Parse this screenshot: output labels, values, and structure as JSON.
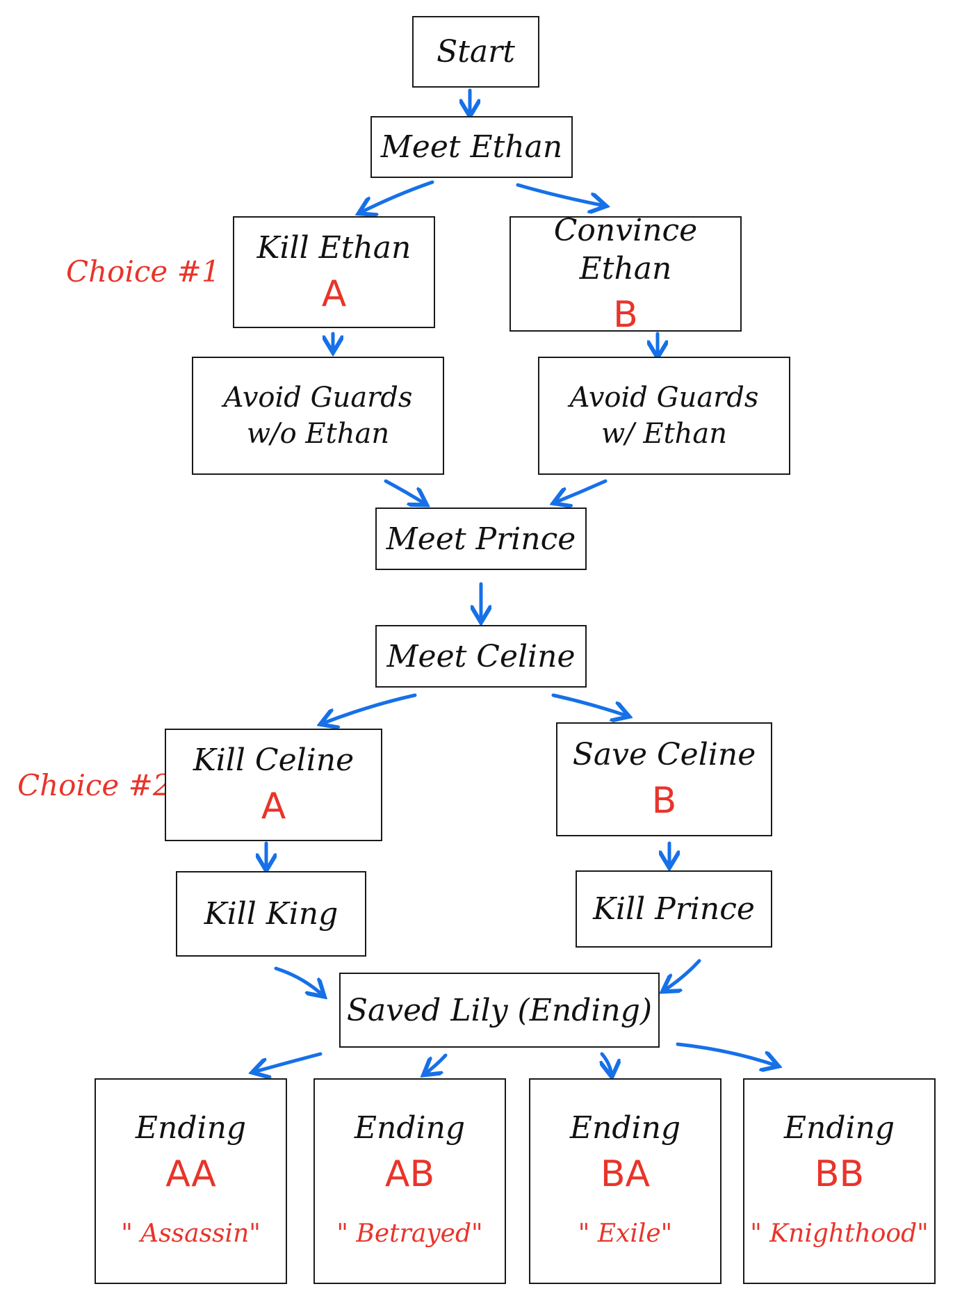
{
  "colors": {
    "arrow": "#1670e8",
    "accent_text": "#e8342a",
    "box_border": "#1a1a1a"
  },
  "choice_labels": {
    "choice1": "Choice #1",
    "choice2": "Choice #2"
  },
  "nodes": {
    "start": {
      "label": "Start"
    },
    "meet_ethan": {
      "label": "Meet Ethan"
    },
    "kill_ethan": {
      "label": "Kill Ethan",
      "code": "A"
    },
    "convince_ethan": {
      "label": "Convince Ethan",
      "code": "B"
    },
    "avoid_guards_wo": {
      "line1": "Avoid Guards",
      "line2": "w/o Ethan"
    },
    "avoid_guards_w": {
      "line1": "Avoid Guards",
      "line2": "w/ Ethan"
    },
    "meet_prince": {
      "label": "Meet Prince"
    },
    "meet_celine": {
      "label": "Meet Celine"
    },
    "kill_celine": {
      "label": "Kill Celine",
      "code": "A"
    },
    "save_celine": {
      "label": "Save Celine",
      "code": "B"
    },
    "kill_king": {
      "label": "Kill King"
    },
    "kill_prince": {
      "label": "Kill Prince"
    },
    "saved_lily": {
      "label": "Saved Lily (Ending)"
    },
    "ending_aa": {
      "label": "Ending",
      "code": "AA",
      "name": "\" Assassin\""
    },
    "ending_ab": {
      "label": "Ending",
      "code": "AB",
      "name": "\" Betrayed\""
    },
    "ending_ba": {
      "label": "Ending",
      "code": "BA",
      "name": "\" Exile\""
    },
    "ending_bb": {
      "label": "Ending",
      "code": "BB",
      "name": "\" Knighthood\""
    }
  }
}
